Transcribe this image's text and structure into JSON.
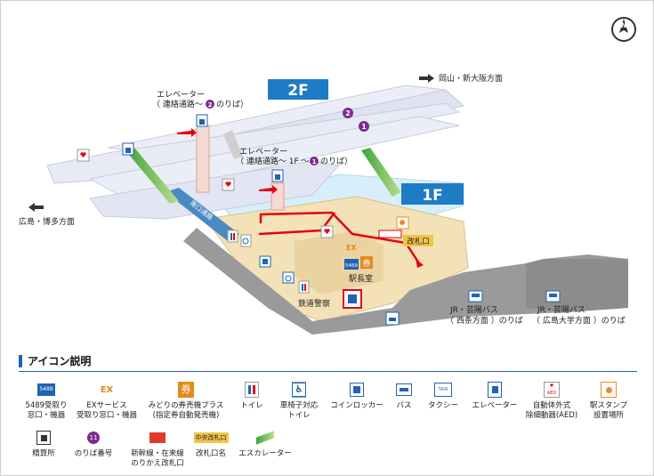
{
  "map": {
    "floor_2f": "2F",
    "floor_1f": "1F",
    "dest_okayama": "岡山・新大阪方面",
    "dest_hiroshima": "広島・博多方面",
    "elevator_2f_line1": "エレベーター",
    "elevator_2f_line2": "（ 連絡通路〜",
    "elevator_2f_num": "2",
    "elevator_2f_line3": "のりば）",
    "elevator_1f_line1": "エレベーター",
    "elevator_1f_line2": "（ 連絡通路〜 1F 〜",
    "elevator_1f_num": "1",
    "elevator_1f_line3": "のりば）",
    "platform_2": "2",
    "platform_1": "1",
    "south_passage": "南口通路",
    "ticket_gate": "改札口",
    "station_master": "駅長室",
    "railway_police": "鉄道警察",
    "bus_saijo_line1": "JR・芸陽バス",
    "bus_saijo_line2": "（ 西条方面 ）のりば",
    "bus_hiroshima_univ_line1": "JR・芸陽バス",
    "bus_hiroshima_univ_line2": "（ 広島大学方面 ）のりば",
    "compass": "N"
  },
  "legend": {
    "title": "アイコン説明",
    "items": [
      {
        "icon": "ticket-office-5489-icon",
        "line1": "5489受取り",
        "line2": "窓口・機器",
        "badge": "5489"
      },
      {
        "icon": "ex-service-icon",
        "line1": "EXサービス",
        "line2": "受取り窓口・機器",
        "badge": "EX"
      },
      {
        "icon": "ticket-machine-plus-icon",
        "line1": "みどりの券売機プラス",
        "line2": "(指定券自動発売機)",
        "badge": "券"
      },
      {
        "icon": "toilet-icon",
        "line1": "トイレ",
        "line2": ""
      },
      {
        "icon": "wheelchair-toilet-icon",
        "line1": "車椅子対応",
        "line2": "トイレ"
      },
      {
        "icon": "wheelchair-icon",
        "line1": "",
        "line2": ""
      },
      {
        "icon": "coin-locker-icon",
        "line1": "コインロッカー",
        "line2": ""
      },
      {
        "icon": "bus-icon",
        "line1": "バス",
        "line2": ""
      },
      {
        "icon": "taxi-icon",
        "line1": "タクシー",
        "line2": "",
        "badge": "TAXI"
      },
      {
        "icon": "elevator-icon",
        "line1": "エレベーター",
        "line2": ""
      },
      {
        "icon": "aed-icon",
        "line1": "自動体外式",
        "line2": "除細動器(AED)",
        "badge": "AED"
      },
      {
        "icon": "stamp-icon",
        "line1": "駅スタンプ",
        "line2": "設置場所"
      }
    ],
    "row2": [
      {
        "icon": "fare-adjustment-icon",
        "label": "精算所"
      },
      {
        "icon": "platform-number-icon",
        "label": "のりば番号",
        "badge": "11"
      },
      {
        "icon": "transfer-gate-icon",
        "label1": "新幹線・在来線",
        "label2": "のりかえ改札口"
      },
      {
        "icon": "gate-name-icon",
        "label": "改札口名",
        "badge": "中央改札口"
      },
      {
        "icon": "escalator-icon",
        "label": "エスカレーター"
      }
    ]
  },
  "colors": {
    "floor_1f": "#d8eefa",
    "floor_2f": "#eceef7",
    "floor_badge": "#1e7bc6",
    "route": "#e60012",
    "platform_num": "#7b2d8e",
    "ground": "#9a9a9a",
    "concourse": "#f3e2b7"
  }
}
